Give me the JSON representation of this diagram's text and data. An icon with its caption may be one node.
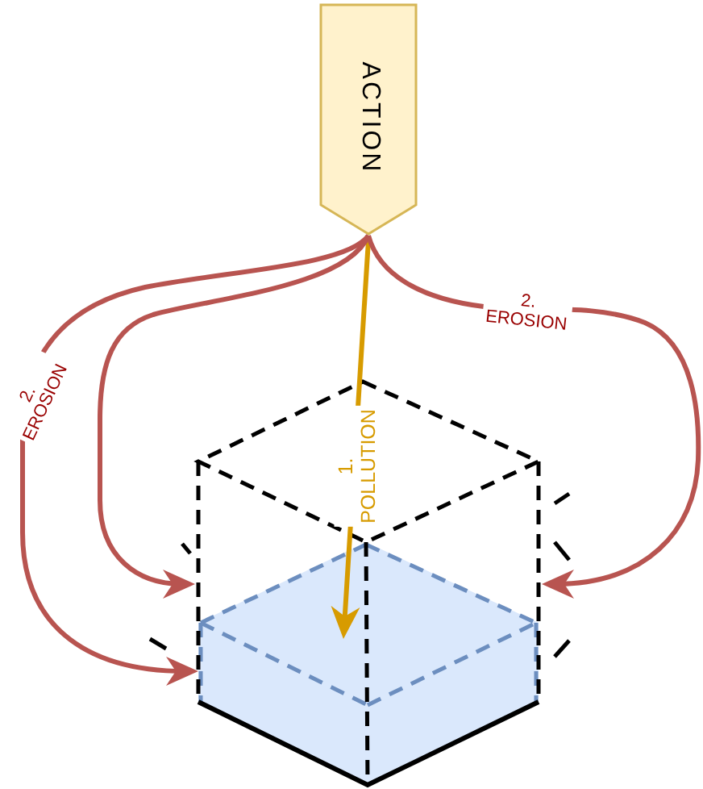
{
  "diagram": {
    "nodes": [
      {
        "text": [
          "ACTION"
        ]
      },
      {
        "text": [],
        "shape": "cube"
      },
      {
        "text": [],
        "shape": "box",
        "in": 1
      }
    ],
    "edges": [
      {
        "from": 0,
        "to": 2,
        "arrow": "to",
        "label": "1. POLLUTION",
        "color": "#d79b00"
      },
      {
        "from": 0,
        "to": 2,
        "arrow": "to",
        "label": "2. EROSION"
      },
      {
        "from": 0,
        "to": 1,
        "arrow": "to"
      },
      {
        "from": 0,
        "to": 1,
        "arrow": "to",
        "label": "2. EROSION"
      }
    ]
  }
}
